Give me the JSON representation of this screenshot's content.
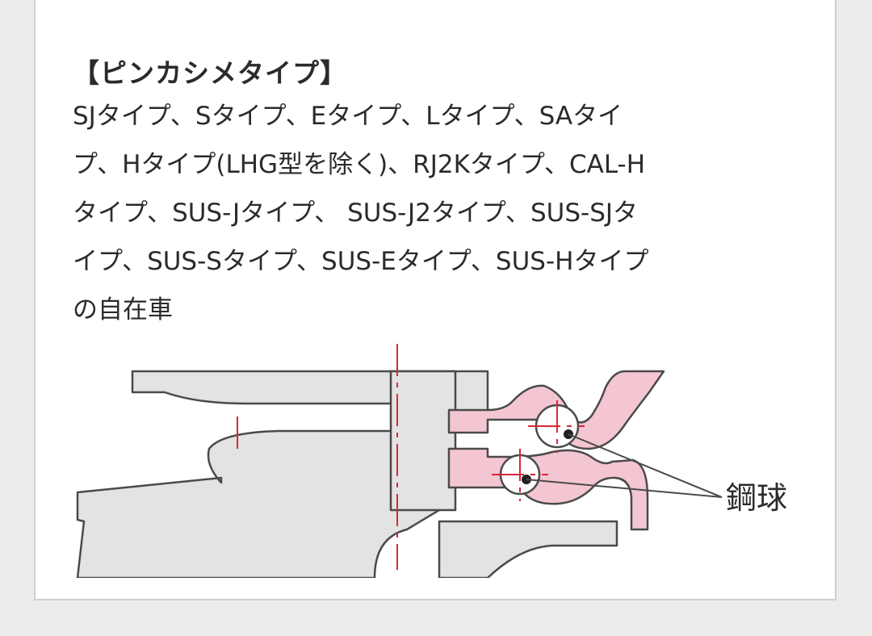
{
  "heading": "【ピンカシメタイプ】",
  "body_lines": [
    "SJタイプ、Sタイプ、Eタイプ、Lタイプ、SAタイ",
    "プ、Hタイプ(LHG型を除く)、RJ2Kタイプ、CAL-H",
    "タイプ、SUS-Jタイプ、 SUS-J2タイプ、SUS-SJタ",
    "イプ、SUS-Sタイプ、SUS-Eタイプ、SUS-Hタイプ",
    "の自在車"
  ],
  "diagram": {
    "ball_label": "鋼球",
    "colors": {
      "outline": "#4a4a4a",
      "fill": "#e3e3e3",
      "highlight": "#f4c6d2",
      "centerline": "#d9263a"
    }
  }
}
